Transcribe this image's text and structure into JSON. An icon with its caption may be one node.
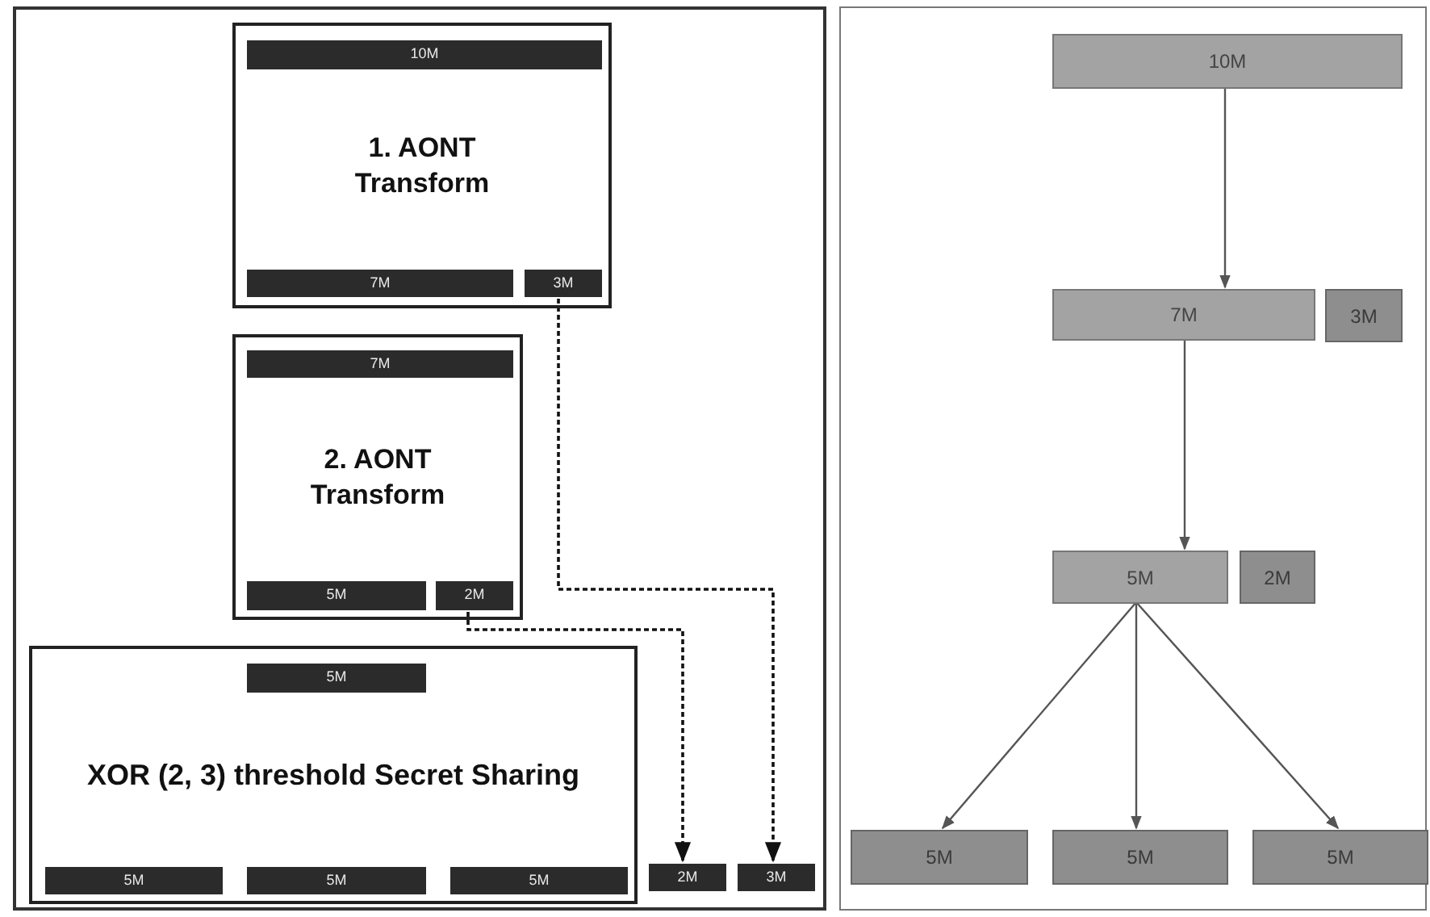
{
  "diagram": {
    "nodes": [
      {
        "text": [],
        "shape": "box"
      },
      {
        "text": [
          "1. AONT Transform"
        ],
        "in": 0
      },
      {
        "text": [
          "10M"
        ],
        "in": 1
      },
      {
        "text": [
          "7M"
        ],
        "in": 1
      },
      {
        "text": [
          "3M"
        ],
        "in": 1
      },
      {
        "text": [
          "2. AONT Transform"
        ],
        "in": 0
      },
      {
        "text": [
          "7M"
        ],
        "in": 5
      },
      {
        "text": [
          "5M"
        ],
        "in": 5
      },
      {
        "text": [
          "2M"
        ],
        "in": 5
      },
      {
        "text": [
          "XOR (2, 3) threshold Secret Sharing"
        ],
        "in": 0
      },
      {
        "text": [
          "5M"
        ],
        "in": 9
      },
      {
        "text": [
          "5M"
        ],
        "in": 9
      },
      {
        "text": [
          "5M"
        ],
        "in": 9
      },
      {
        "text": [
          "5M"
        ],
        "in": 9
      },
      {
        "text": [
          "2M"
        ],
        "in": 0
      },
      {
        "text": [
          "3M"
        ],
        "in": 0
      },
      {
        "text": [],
        "shape": "box"
      },
      {
        "text": [
          "10M"
        ],
        "in": 16
      },
      {
        "text": [
          "7M"
        ],
        "in": 16
      },
      {
        "text": [
          "3M"
        ],
        "in": 16
      },
      {
        "text": [
          "5M"
        ],
        "in": 16
      },
      {
        "text": [
          "2M"
        ],
        "in": 16
      },
      {
        "text": [
          "5M"
        ],
        "in": 16
      },
      {
        "text": [
          "5M"
        ],
        "in": 16
      },
      {
        "text": [
          "5M"
        ],
        "in": 16
      }
    ],
    "edges": [
      {
        "from": 4,
        "to": 15,
        "arrow": "to",
        "style": "dashed"
      },
      {
        "from": 8,
        "to": 14,
        "arrow": "to",
        "style": "dashed"
      },
      {
        "from": 17,
        "to": 18,
        "arrow": "to"
      },
      {
        "from": 18,
        "to": 20,
        "arrow": "to"
      },
      {
        "from": 20,
        "to": 22,
        "arrow": "to"
      },
      {
        "from": 20,
        "to": 23,
        "arrow": "to"
      },
      {
        "from": 20,
        "to": 24,
        "arrow": "to"
      }
    ]
  }
}
